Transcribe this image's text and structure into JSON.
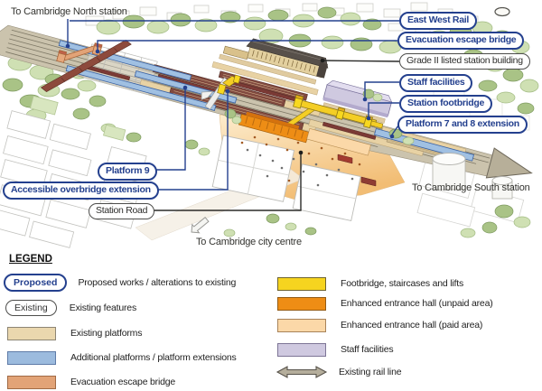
{
  "labels": {
    "to_north": "To Cambridge North station",
    "to_south": "To Cambridge South station",
    "to_city": "To Cambridge city centre",
    "east_west_rail": "East West Rail",
    "evacuation_escape_bridge": "Evacuation escape bridge",
    "grade_ii": "Grade II listed station building",
    "staff_facilities": "Staff facilities",
    "station_footbridge": "Station footbridge",
    "platform_7_8": "Platform 7 and 8 extension",
    "platform_9": "Platform 9",
    "accessible_overbridge": "Accessible overbridge extension",
    "station_road": "Station Road"
  },
  "legend": {
    "heading": "LEGEND",
    "proposed_pill": "Proposed",
    "existing_pill": "Existing",
    "items_left": [
      {
        "label": "Proposed works / alterations to existing"
      },
      {
        "label": "Existing features"
      },
      {
        "label": "Existing platforms",
        "color": "#ead7ae"
      },
      {
        "label": "Additional platforms / platform extensions",
        "color": "#9cbbde"
      },
      {
        "label": "Evacuation escape bridge",
        "color": "#e2a377"
      }
    ],
    "items_right": [
      {
        "label": "Footbridge, staircases and lifts",
        "color": "#f6d41f"
      },
      {
        "label": "Enhanced entrance hall (unpaid area)",
        "color": "#ee8d15"
      },
      {
        "label": "Enhanced entrance hall (paid area)",
        "color": "#fbd8a8"
      },
      {
        "label": "Staff facilities",
        "color": "#cfc9e0"
      },
      {
        "label": "Existing rail line",
        "color": "#b5ae9c"
      }
    ]
  },
  "colors": {
    "proposed_accent": "#24408e",
    "existing_outline": "#4d4d4b",
    "rail_line": "#b5ae9c"
  }
}
